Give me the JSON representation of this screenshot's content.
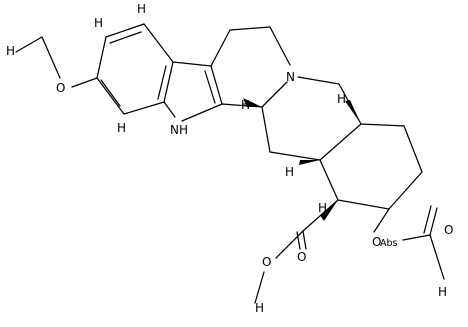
{
  "atoms": {
    "O": "O",
    "N": "N",
    "H": "H",
    "NH": "NH",
    "Abs": "Abs"
  },
  "colors": {
    "ink": "#000000",
    "background": "#ffffff"
  }
}
